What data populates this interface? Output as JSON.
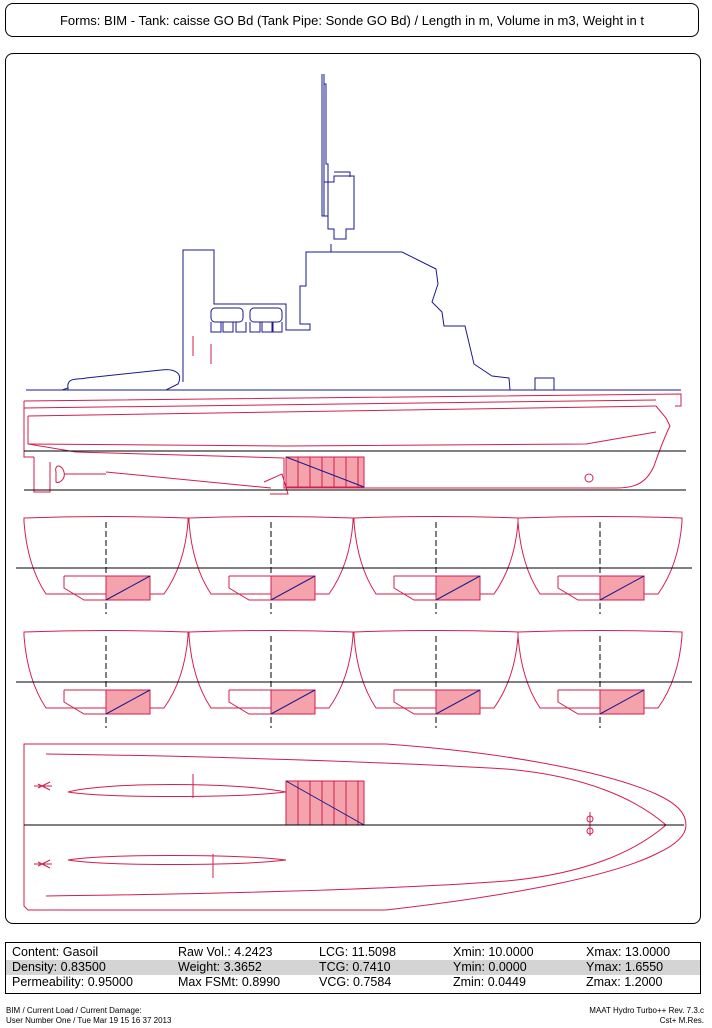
{
  "header": {
    "title": "Forms: BIM - Tank: caisse GO Bd (Tank Pipe: Sonde GO Bd) / Length in m, Volume in m3, Weight in t"
  },
  "colors": {
    "hull": "#d21f4e",
    "superstructure": "#1a1a8c",
    "tank_fill": "#f4a3ad",
    "row_highlight": "#d4d4d4"
  },
  "info": {
    "rows": [
      [
        "Content: Gasoil",
        "Raw Vol.: 4.2423",
        "LCG: 11.5098",
        "Xmin: 10.0000",
        "Xmax: 13.0000"
      ],
      [
        "Density: 0.83500",
        "Weight: 3.3652",
        "TCG: 0.7410",
        "Ymin: 0.0000",
        "Ymax: 1.6550"
      ],
      [
        "Permeability: 0.95000",
        "Max FSMt: 0.8990",
        "VCG: 0.7584",
        "Zmin: 0.0449",
        "Zmax: 1.2000"
      ]
    ]
  },
  "footer": {
    "left_line1": "BIM / Current Load / Current Damage:",
    "left_line2": "User Number One / Tue Mar 19 15 16 37 2013",
    "right_line1": "MAAT Hydro Turbo++ Rev. 7.3.c",
    "right_line2": "Cst+ M.Res."
  }
}
